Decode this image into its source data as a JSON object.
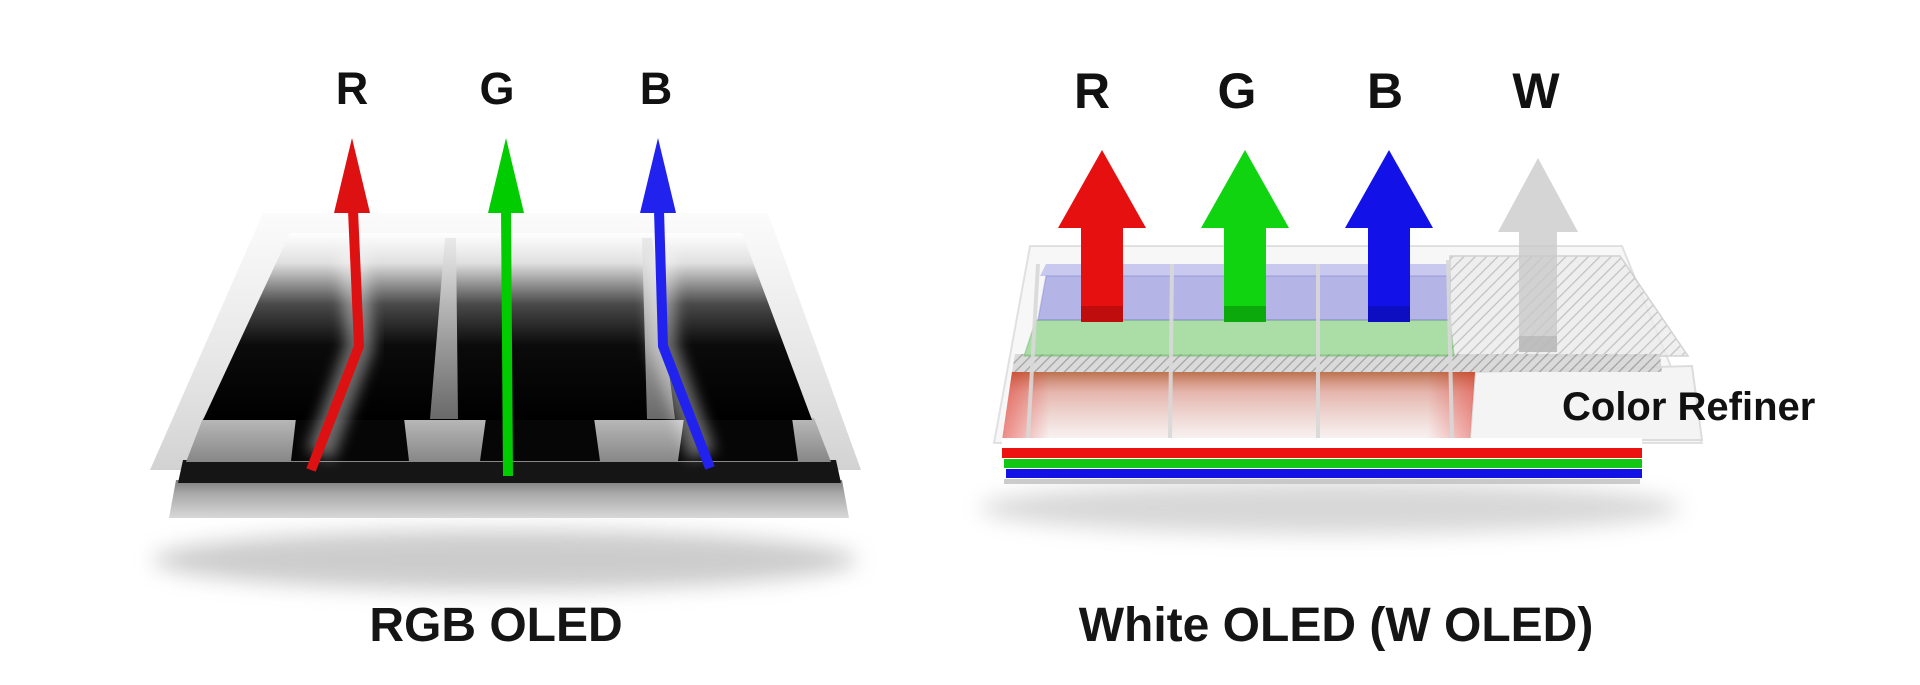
{
  "page": {
    "background": "#ffffff",
    "text_color": "#111111"
  },
  "left_panel": {
    "caption": "RGB OLED",
    "labels": [
      "R",
      "G",
      "B"
    ],
    "arrows": [
      {
        "name": "red-emission-arrow",
        "color": "#dd1111"
      },
      {
        "name": "green-emission-arrow",
        "color": "#00cc00"
      },
      {
        "name": "blue-emission-arrow",
        "color": "#2222ee"
      }
    ]
  },
  "right_panel": {
    "caption": "White OLED (W OLED)",
    "labels": [
      "R",
      "G",
      "B",
      "W"
    ],
    "annotation": "Color Refiner",
    "arrows": [
      {
        "name": "red-emission-arrow",
        "color": "#e61010"
      },
      {
        "name": "green-emission-arrow",
        "color": "#10d410"
      },
      {
        "name": "blue-emission-arrow",
        "color": "#1212e8"
      },
      {
        "name": "white-emission-arrow",
        "color": "#c9c9c9"
      }
    ],
    "stripes": [
      {
        "name": "red-oled-layer",
        "color": "#ee1111"
      },
      {
        "name": "green-oled-layer",
        "color": "#12c812"
      },
      {
        "name": "blue-oled-layer",
        "color": "#1212e6"
      }
    ]
  }
}
